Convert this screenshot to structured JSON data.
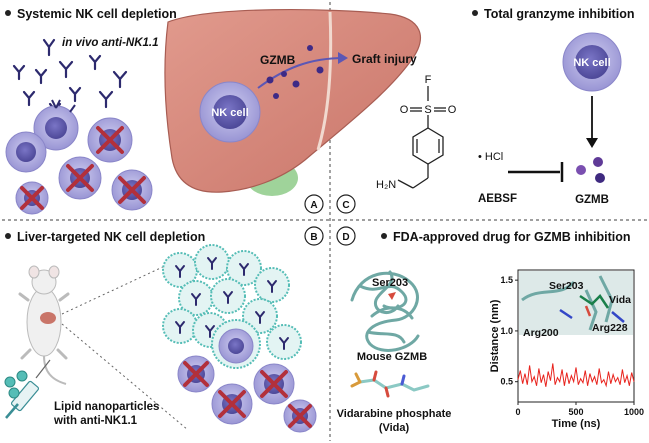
{
  "panels": {
    "top_left": {
      "title": "Systemic NK cell depletion",
      "subtitle": "in vivo anti-NK1.1"
    },
    "top_center": {
      "cell_label": "NK cell",
      "gzmb_label": "GZMB",
      "injury_label": "Graft injury"
    },
    "top_right": {
      "title": "Total granzyme inhibition",
      "cell_label": "NK cell",
      "gzmb_label": "GZMB",
      "compound_label": "AEBSF",
      "salt_label": "• HCl",
      "amine_label": "H₂N",
      "f_label": "F",
      "s_label": "S",
      "o_label": "O"
    },
    "bottom_left": {
      "title": "Liver-targeted NK cell depletion",
      "caption_line1": "Lipid nanoparticles",
      "caption_line2": "with anti-NK1.1"
    },
    "bottom_right": {
      "title": "FDA-approved drug for GZMB inhibition",
      "structure_label": "Mouse GZMB",
      "residue_label": "Ser203",
      "drug_line1": "Vidarabine phosphate",
      "drug_line2": "(Vida)"
    }
  },
  "badges": {
    "a": "A",
    "b": "B",
    "c": "C",
    "d": "D"
  },
  "chart_data": {
    "type": "line",
    "xlabel": "Time (ns)",
    "ylabel": "Distance (nm)",
    "xlim": [
      0,
      1000
    ],
    "ylim": [
      0.3,
      1.6
    ],
    "x_ticks": [
      "0",
      "500",
      "1000"
    ],
    "y_ticks": [
      "0.5",
      "1.0",
      "1.5"
    ],
    "inset_labels": {
      "ser": "Ser203",
      "vida": "Vida",
      "arg200": "Arg200",
      "arg228": "Arg228"
    },
    "series": [
      {
        "color": "#e8231d",
        "x": [
          0,
          20,
          40,
          60,
          80,
          100,
          120,
          140,
          160,
          180,
          200,
          220,
          240,
          260,
          280,
          300,
          320,
          340,
          360,
          380,
          400,
          420,
          440,
          460,
          480,
          500,
          520,
          540,
          560,
          580,
          600,
          620,
          640,
          660,
          680,
          700,
          720,
          740,
          760,
          780,
          800,
          820,
          840,
          860,
          880,
          900,
          920,
          940,
          960,
          980,
          1000
        ],
        "y": [
          0.52,
          0.61,
          0.48,
          0.58,
          0.47,
          0.66,
          0.5,
          0.55,
          0.46,
          0.63,
          0.49,
          0.57,
          0.45,
          0.6,
          0.51,
          0.68,
          0.47,
          0.54,
          0.5,
          0.62,
          0.46,
          0.59,
          0.48,
          0.56,
          0.5,
          0.64,
          0.47,
          0.53,
          0.49,
          0.61,
          0.46,
          0.58,
          0.5,
          0.55,
          0.47,
          0.63,
          0.49,
          0.52,
          0.46,
          0.6,
          0.48,
          0.57,
          0.5,
          0.54,
          0.47,
          0.62,
          0.49,
          0.56,
          0.46,
          0.59,
          0.5
        ]
      }
    ]
  },
  "colors": {
    "liver": "#d5857a",
    "nk_cell": "#a9a6db",
    "nk_nucleus": "#5c57a9",
    "gzmb": "#4b2a8a",
    "cross": "#b2303b",
    "gall": "#9fd39a",
    "teal": "#55bdb6",
    "line": "#e8231d"
  }
}
